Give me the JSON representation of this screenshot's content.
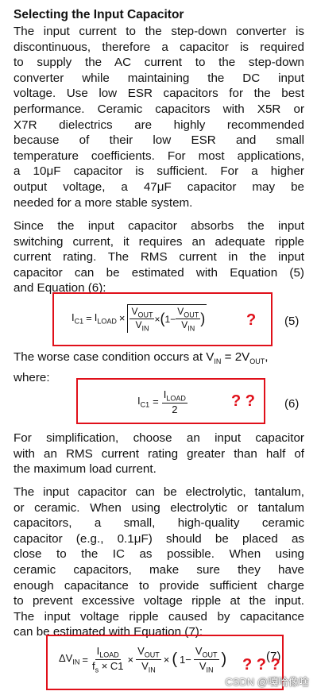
{
  "heading": "Selecting the Input Capacitor",
  "para1": [
    "The input current to the step-down converter is",
    "discontinuous, therefore a capacitor is required",
    "to supply the AC current to the step-down",
    "converter while maintaining the DC input",
    "voltage. Use low ESR capacitors for the best",
    "performance. Ceramic capacitors with X5R or",
    "X7R dielectrics are highly recommended",
    "because of their low ESR and small",
    "temperature coefficients. For most applications,",
    "a 10μF capacitor is sufficient. For a higher",
    "output voltage, a 47μF capacitor may be",
    "needed for a more stable system."
  ],
  "para2": [
    "Since the input capacitor absorbs the input",
    "switching current, it requires an adequate ripple",
    "current rating. The RMS current in the input",
    "capacitor can be estimated with Equation (5)",
    "and Equation (6):"
  ],
  "eq5": {
    "lhs": "I",
    "lhs_sub": "C1",
    "eq": "=",
    "iload": "I",
    "iload_sub": "LOAD",
    "times": "×",
    "vout": "V",
    "vout_sub": "OUT",
    "vin": "V",
    "vin_sub": "IN",
    "one_minus": "1−",
    "number": "(5)",
    "question": "?"
  },
  "worst_case": {
    "text_a": "The worse case condition occurs at V",
    "text_a_sub": "IN",
    "text_b": " = 2V",
    "text_b_sub": "OUT",
    "text_c": ",",
    "line2": "where:"
  },
  "eq6": {
    "lhs": "I",
    "lhs_sub": "C1",
    "eq": "=",
    "num": "I",
    "num_sub": "LOAD",
    "den": "2",
    "number": "(6)",
    "question": "? ?"
  },
  "para3": [
    "For simplification, choose an input capacitor",
    "with an RMS current rating greater than half of",
    "the maximum load current."
  ],
  "para4": [
    "The input capacitor can be electrolytic, tantalum,",
    "or ceramic. When using electrolytic or tantalum",
    "capacitors, a small, high-quality ceramic",
    "capacitor (e.g., 0.1μF) should be placed as",
    "close to the IC as possible. When using",
    "ceramic capacitors, make sure they have",
    "enough capacitance to provide sufficient charge",
    "to prevent excessive voltage ripple at the input.",
    "The input voltage ripple caused by capacitance",
    "can be estimated with Equation (7):"
  ],
  "eq7": {
    "lhs": "ΔV",
    "lhs_sub": "IN",
    "eq": "=",
    "num": "I",
    "num_sub": "LOAD",
    "den_a": "f",
    "den_a_sub": "s",
    "den_b": " × C1",
    "times": "×",
    "vout": "V",
    "vout_sub": "OUT",
    "vin": "V",
    "vin_sub": "IN",
    "one_minus": "1−",
    "number": "(7)",
    "question": "? ? ?"
  },
  "watermark": "CSDN @嘎哈像啥",
  "colors": {
    "annotation_red": "#e0101a",
    "text": "#111111"
  }
}
